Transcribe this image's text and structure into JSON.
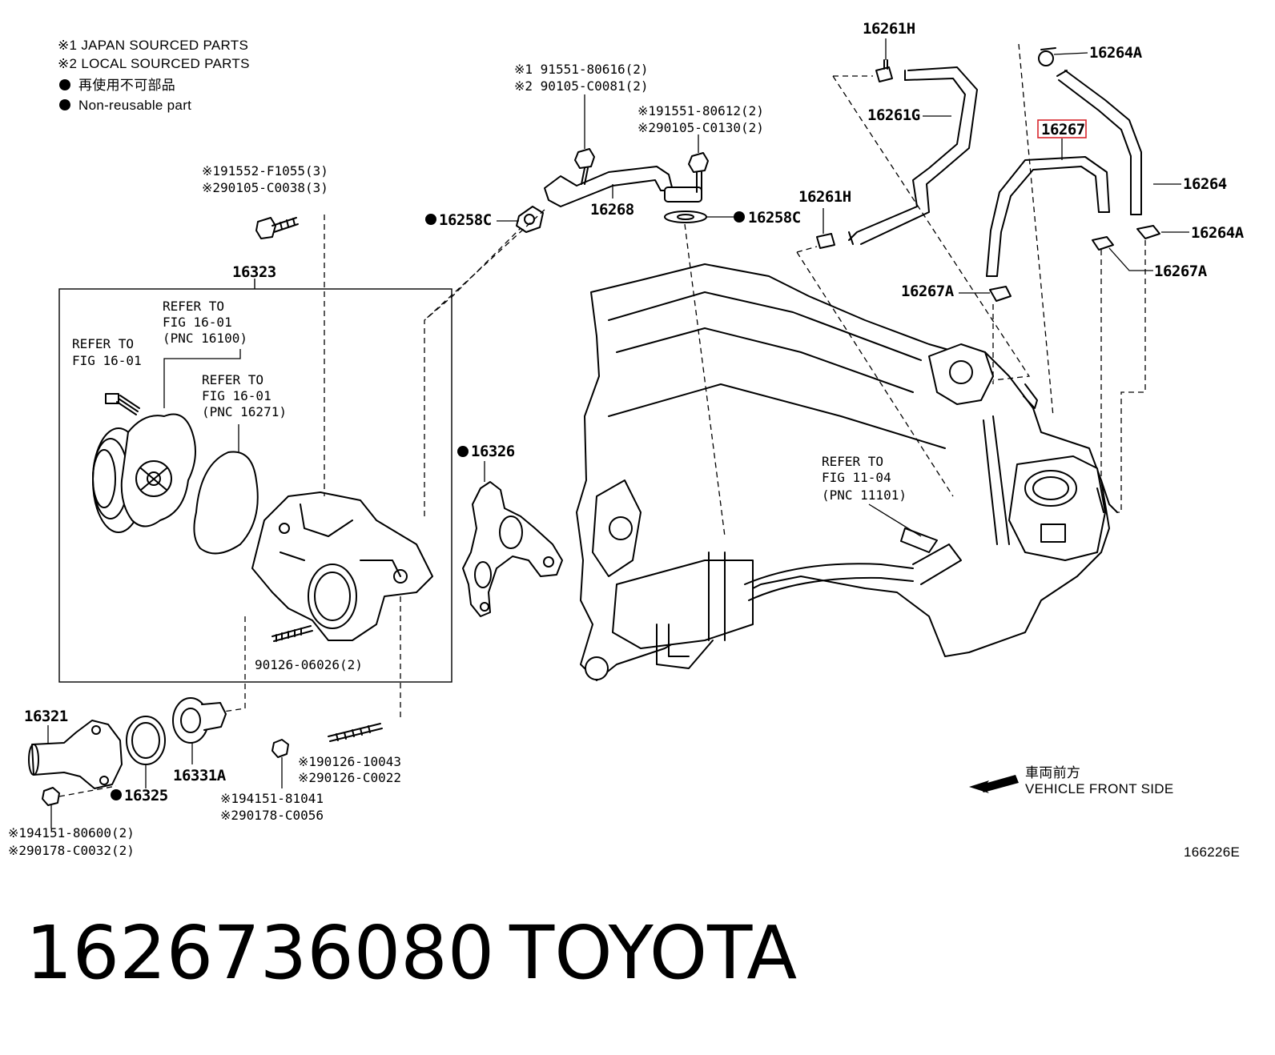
{
  "legend": {
    "line1": "※1 JAPAN SOURCED PARTS",
    "line2": "※2 LOCAL SOURCED PARTS",
    "line3": "再使用不可部品",
    "line4": "Non-reusable part"
  },
  "labels": {
    "p16261H_top": "16261H",
    "p16261G": "16261G",
    "p16261H_mid": "16261H",
    "p16264A_top": "16264A",
    "p16267": "16267",
    "p16264": "16264",
    "p16264A_right": "16264A",
    "p16267A_right": "16267A",
    "p16267A_left": "16267A",
    "p16268": "16268",
    "p16258C_left": "16258C",
    "p16258C_right": "16258C",
    "p16323": "16323",
    "p16326": "16326",
    "p16321": "16321",
    "p16325": "16325",
    "p16331A": "16331A",
    "bolt_a1": "※1 91551-80616(2)",
    "bolt_a2": "※2 90105-C0081(2)",
    "bolt_b1": "※191551-80612(2)",
    "bolt_b2": "※290105-C0130(2)",
    "bolt_c1": "※191552-F1055(3)",
    "bolt_c2": "※290105-C0038(3)",
    "stud_90126": "90126-06026(2)",
    "stud_d1": "※190126-10043",
    "stud_d2": "※290126-C0022",
    "nut_e1": "※194151-81041",
    "nut_e2": "※290178-C0056",
    "nut_f1": "※194151-80600(2)",
    "nut_f2": "※290178-C0032(2)"
  },
  "refs": {
    "r1": [
      "REFER TO",
      "FIG 16-01",
      "(PNC 16100)"
    ],
    "r2": [
      "REFER TO",
      "FIG 16-01"
    ],
    "r3": [
      "REFER TO",
      "FIG 16-01",
      "(PNC 16271)"
    ],
    "r4": [
      "REFER TO",
      "FIG 11-04",
      "(PNC 11101)"
    ]
  },
  "direction": {
    "jp": "車両前方",
    "en": "VEHICLE FRONT SIDE"
  },
  "figure_code": "166226E",
  "caption": {
    "part_number": "1626736080",
    "brand": "TOYOTA"
  },
  "colors": {
    "highlight": "#d9262c",
    "ink": "#000000"
  }
}
